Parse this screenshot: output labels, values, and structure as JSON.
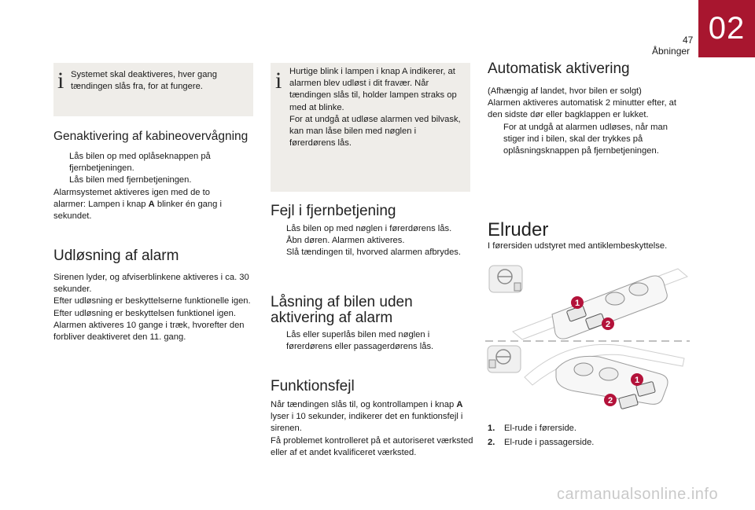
{
  "header": {
    "page_number": "47",
    "chapter_title": "Åbninger",
    "chapter_tab": "02"
  },
  "col1": {
    "info_text": "Systemet skal deaktiveres, hver gang tændingen slås fra, for at fungere.",
    "genakt_title": "Genaktivering af kabineovervågning",
    "genakt_bullets": [
      "Lås bilen op med oplåseknappen på fjernbetjeningen.",
      "Lås bilen med fjernbetjeningen."
    ],
    "genakt_text_1": "Alarmsystemet aktiveres igen med de to alarmer: Lampen i knap ",
    "genakt_text_bold": "A",
    "genakt_text_2": " blinker én gang i sekundet.",
    "udl_title": "Udløsning af alarm",
    "udl_text": "Sirenen lyder, og afviserblinkene aktiveres i ca. 30 sekunder.\nEfter udløsning er beskyttelserne funktionelle igen.\nEfter udløsning er beskyttelsen funktionel igen.\nAlarmen aktiveres 10 gange i træk, hvorefter den forbliver deaktiveret den 11. gang."
  },
  "col2": {
    "info_text": "Hurtige blink i lampen i knap A indikerer, at alarmen blev udløst i dit fravær. Når tændingen slås til, holder lampen straks op med at blinke.\nFor at undgå at udløse alarmen ved bilvask, kan man låse bilen med nøglen i førerdørens lås.",
    "fejl_title": "Fejl i fjernbetjening",
    "fejl_bullets": [
      "Lås bilen op med nøglen i førerdørens lås.",
      "Åbn døren. Alarmen aktiveres.",
      "Slå tændingen til, hvorved alarmen afbrydes."
    ],
    "laas_title_1": "Låsning af bilen uden",
    "laas_title_2": "aktivering af alarm",
    "laas_bullets": [
      "Lås eller superlås bilen med nøglen i førerdørens eller passagerdørens lås."
    ],
    "funk_title": "Funktionsfejl",
    "funk_text_1": "Når tændingen slås til, og kontrollampen i knap ",
    "funk_text_bold": "A",
    "funk_text_2": " lyser i 10 sekunder, indikerer det en funktionsfejl i sirenen.\nFå problemet kontrolleret på et autoriseret værksted eller af et andet kvalificeret værksted."
  },
  "col3": {
    "auto_title": "Automatisk aktivering",
    "auto_text": "(Afhængig af landet, hvor bilen er solgt)\nAlarmen aktiveres automatisk 2 minutter efter, at den sidste dør eller bagklappen er lukket.",
    "auto_bullets": [
      "For at undgå at alarmen udløses, når man stiger ind i bilen, skal der trykkes på oplåsningsknappen på fjernbetjeningen."
    ],
    "elruder_title": "Elruder",
    "elruder_text": "I førersiden udstyret med antiklembeskyttelse.",
    "legend": [
      {
        "num": "1.",
        "text": "El-rude i førerside."
      },
      {
        "num": "2.",
        "text": "El-rude i passagerside."
      }
    ],
    "callouts": [
      "1",
      "2",
      "1",
      "2"
    ]
  },
  "bullet_marker": "",
  "watermark": "carmanualsonline.info",
  "colors": {
    "tab_red": "#a8162f",
    "infobox_bg": "#efede9",
    "callout_red": "#b3123a"
  }
}
